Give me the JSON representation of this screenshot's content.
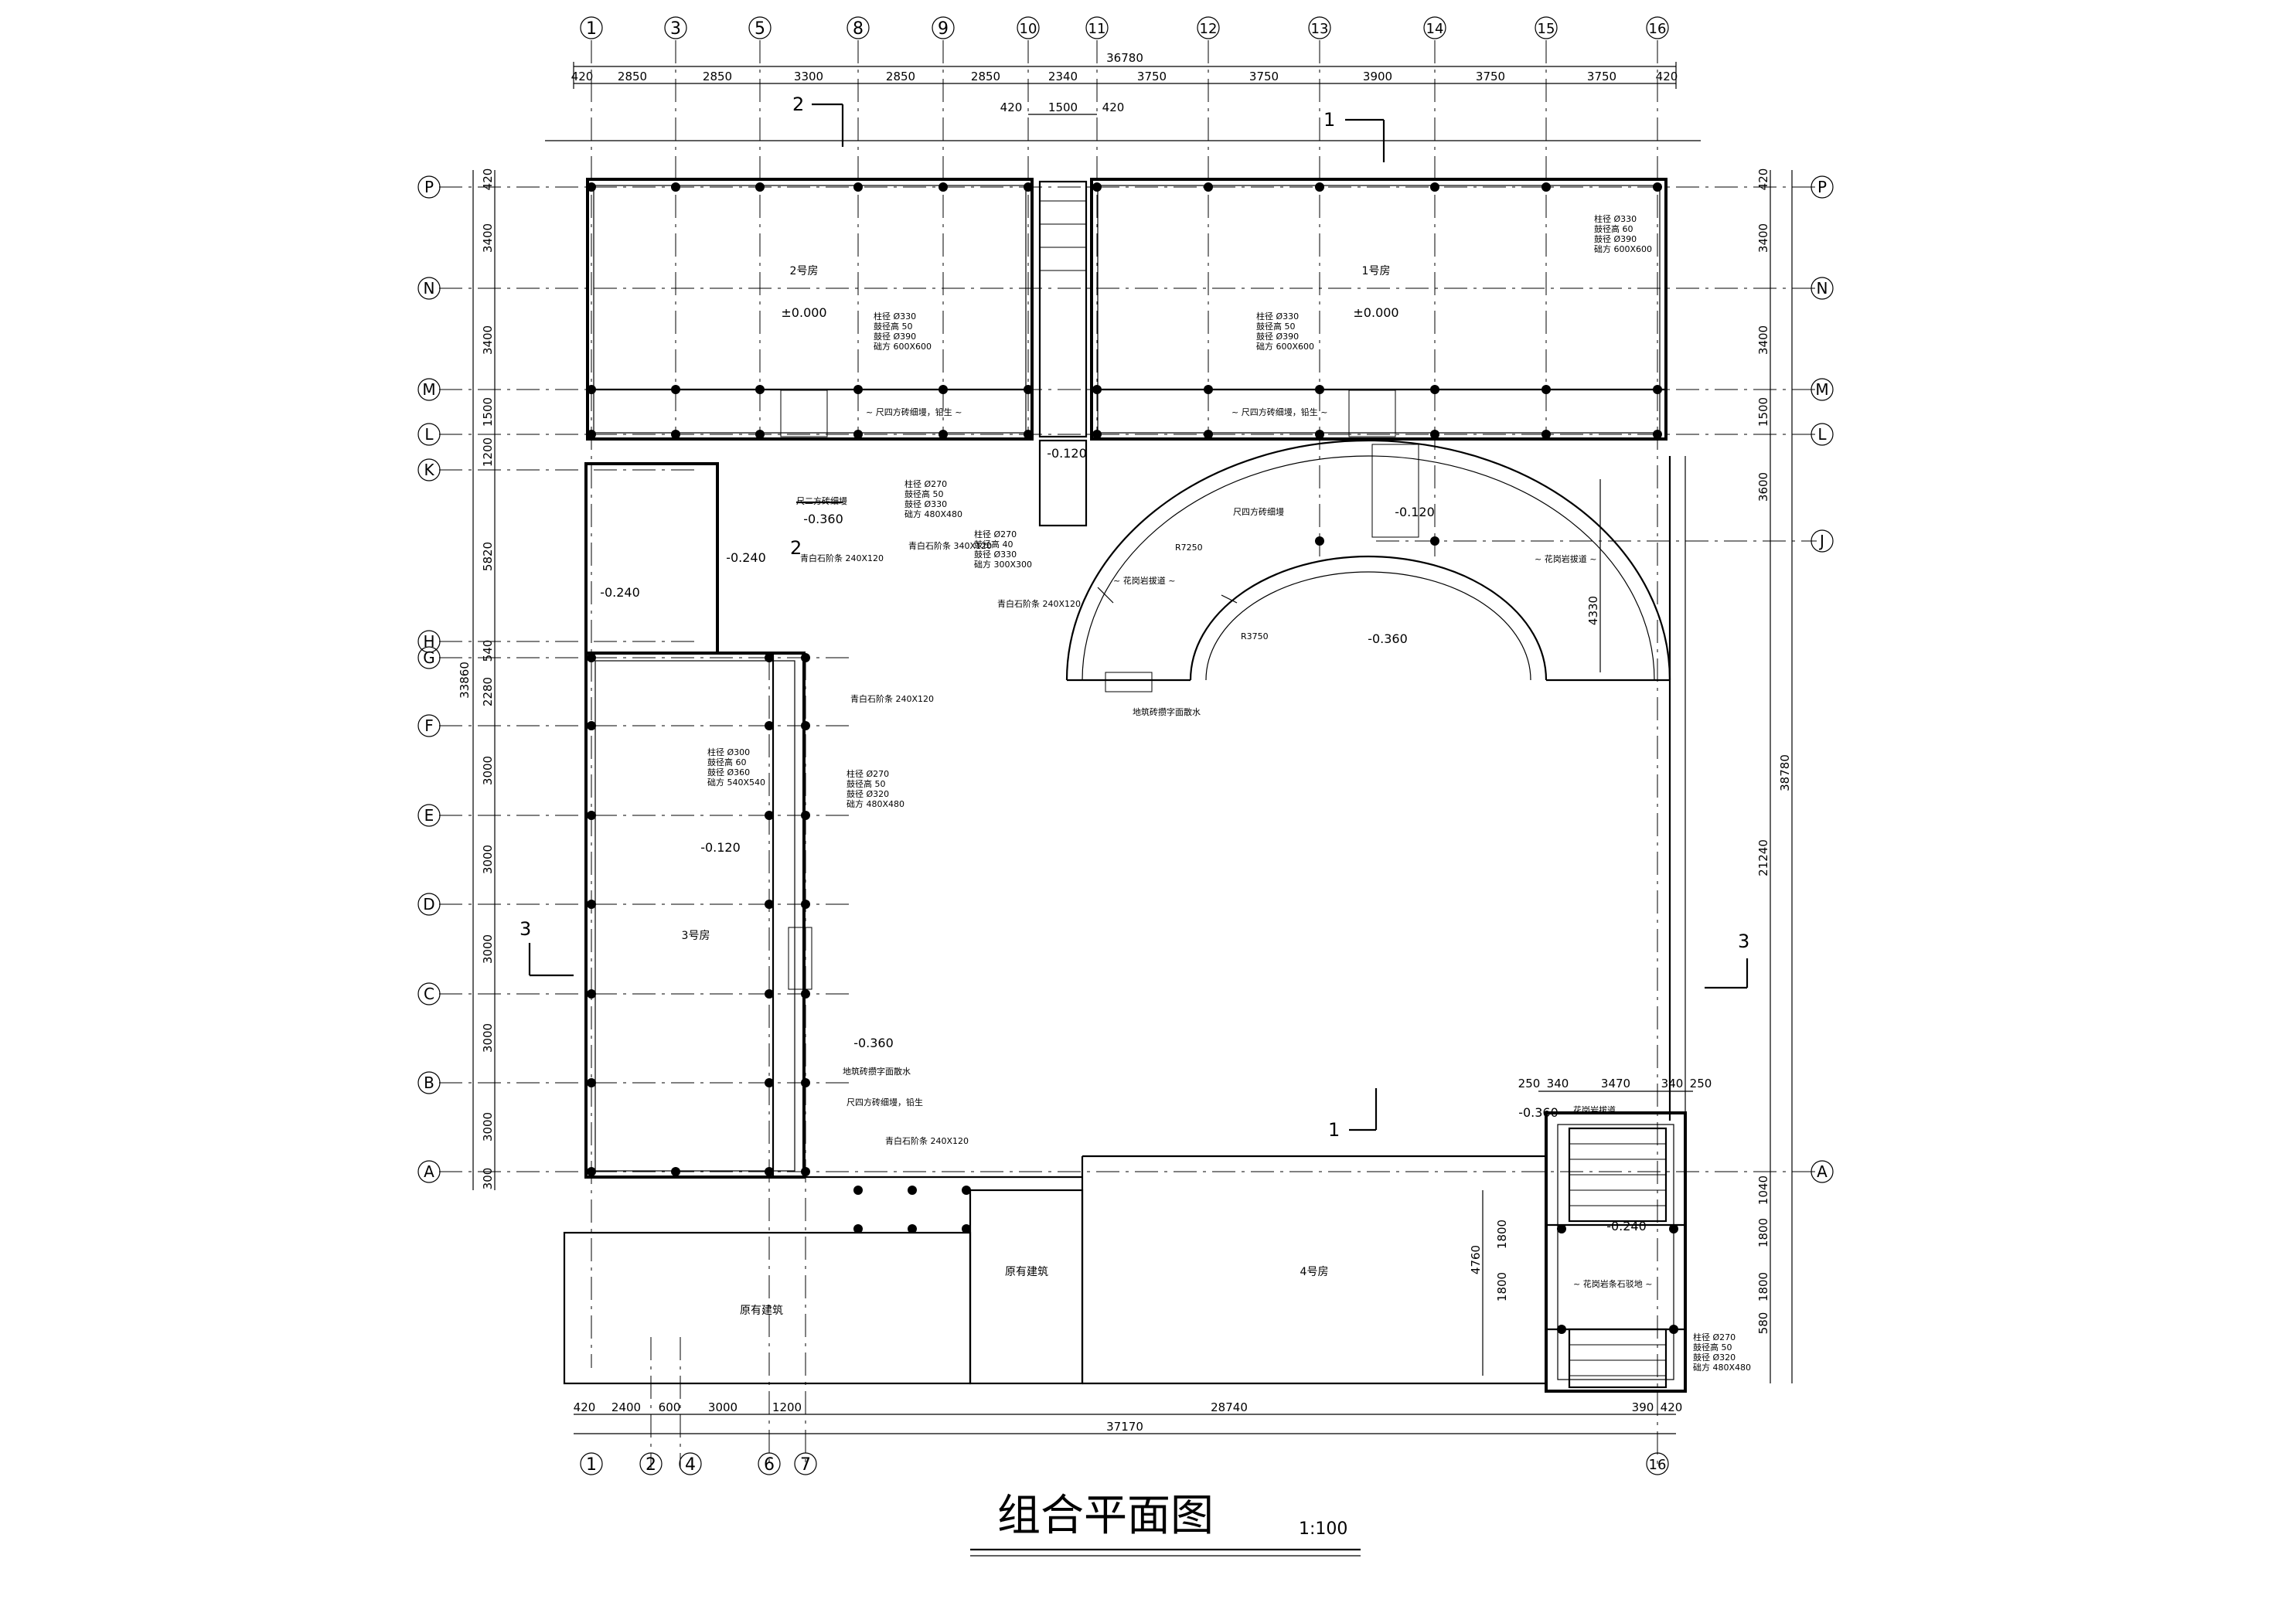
{
  "title": "组合平面图",
  "scale": "1:100",
  "axes_top": [
    "1",
    "3",
    "5",
    "8",
    "9",
    "10",
    "11",
    "12",
    "13",
    "14",
    "15",
    "16"
  ],
  "axes_bottom": [
    "1",
    "2",
    "4",
    "6",
    "7",
    "16"
  ],
  "axes_left": [
    "P",
    "N",
    "M",
    "L",
    "K",
    "H",
    "G",
    "F",
    "E",
    "D",
    "C",
    "B",
    "A"
  ],
  "axes_right": [
    "P",
    "N",
    "M",
    "L",
    "J",
    "A"
  ],
  "dims_top_total": "36780",
  "dims_top": [
    "420",
    "2850",
    "2850",
    "3300",
    "2850",
    "2850",
    "2340",
    "3750",
    "3750",
    "3900",
    "3750",
    "3750",
    "420"
  ],
  "dims_top_stair": [
    "420",
    "1500",
    "420"
  ],
  "dims_bottom": [
    "420",
    "2400",
    "600",
    "3000",
    "1200",
    "28740",
    "390",
    "420"
  ],
  "dims_bottom_total": "37170",
  "dims_left_total": "33860",
  "dims_left": [
    "420",
    "3400",
    "3400",
    "1500",
    "1200",
    "5820",
    "540",
    "2280",
    "3000",
    "3000",
    "3000",
    "3000",
    "3000",
    "300"
  ],
  "dims_right_total": "38780",
  "dims_right": [
    "420",
    "3400",
    "3400",
    "1500",
    "3600",
    "21240",
    "1040",
    "1800",
    "1800",
    "580"
  ],
  "dim_right_inner": "4330",
  "dims_lower_right": [
    "250",
    "340",
    "3470",
    "340",
    "250"
  ],
  "dims_lower_right_v": [
    "4760",
    "1800",
    "1800"
  ],
  "rooms": {
    "r1": "1号房",
    "r2": "2号房",
    "r3": "3号房",
    "r4": "4号房",
    "existing_a": "原有建筑",
    "existing_b": "原有建筑"
  },
  "levels": {
    "l_r2": "±0.000",
    "l_r1": "±0.000",
    "l_court_top": "-0.120",
    "l_court_gate": "-0.120",
    "l_court": "-0.360",
    "l_wc": "-0.240",
    "l_wc2": "-0.240",
    "l_west": "-0.360",
    "l_r3": "-0.120",
    "l_corr": "-0.360",
    "l_lr_a": "-0.360",
    "l_lr_b": "-0.240"
  },
  "notes": {
    "col_spec_r2": [
      "柱径 Ø330",
      "鼓径高 50",
      "鼓径 Ø390",
      "础方 600X600"
    ],
    "col_spec_r1": [
      "柱径 Ø330",
      "鼓径高 50",
      "鼓径 Ø390",
      "础方 600X600"
    ],
    "col_spec_right": [
      "柱径 Ø330",
      "鼓径高 60",
      "鼓径 Ø390",
      "础方 600X600"
    ],
    "col_spec_gate": [
      "柱径 Ø270",
      "鼓径高 50",
      "鼓径 Ø330",
      "础方 480X480"
    ],
    "col_spec_gate2": [
      "柱径 Ø270",
      "鼓径高 40",
      "鼓径 Ø330",
      "础方 300X300"
    ],
    "col_spec_r3": [
      "柱径 Ø300",
      "鼓径高 60",
      "鼓径 Ø360",
      "础方 540X540"
    ],
    "col_spec_east": [
      "柱径 Ø270",
      "鼓径高 50",
      "鼓径 Ø320",
      "础方 480X480"
    ],
    "col_spec_lr": [
      "柱径 Ø270",
      "鼓径高 50",
      "鼓径 Ø320",
      "础方 480X480"
    ],
    "paving_1": "~ 尺四方砖细墁，铅生 ~",
    "paving_2": "~ 尺四方砖细墁，铅生 ~",
    "paving_3": "尺四方砖细墁",
    "paving_4": "尺二方砖细墁",
    "paving_5": "尺四方砖细墁，铅生",
    "stone_1": "青白石阶条 240X120",
    "stone_2": "青白石阶条 240X120",
    "stone_3": "青白石阶条 240X120",
    "stone_4": "青白石阶条 340X120",
    "stone_5": "青白石阶条 240X120",
    "walk_1": "~ 花岗岩拔道 ~",
    "walk_2": "~ 花岗岩拔道 ~",
    "walk_3": "花岗岩拔道",
    "walk_4": "~ 花岗岩条石驳地 ~",
    "drain_1": "地筑砖攒字面散水",
    "drain_2": "地筑砖攒字面散水",
    "radius_1": "R7250",
    "radius_2": "R3750",
    "sec1": "1",
    "sec1b": "1",
    "sec2": "2",
    "sec2b": "2",
    "sec3": "3",
    "sec3b": "3"
  }
}
